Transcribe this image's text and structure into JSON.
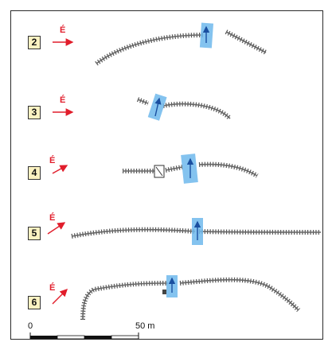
{
  "rows": [
    {
      "id": "2",
      "dir_label": "É"
    },
    {
      "id": "3",
      "dir_label": "É"
    },
    {
      "id": "4",
      "dir_label": "É"
    },
    {
      "id": "5",
      "dir_label": "É"
    },
    {
      "id": "6",
      "dir_label": "É"
    }
  ],
  "scale": {
    "start_label": "0",
    "end_label": "50 m"
  },
  "colors": {
    "arrow": "#e11d2b",
    "water_zone": "#6fb9ec",
    "track": "#666666",
    "badge_fill": "#fbf2c2"
  }
}
